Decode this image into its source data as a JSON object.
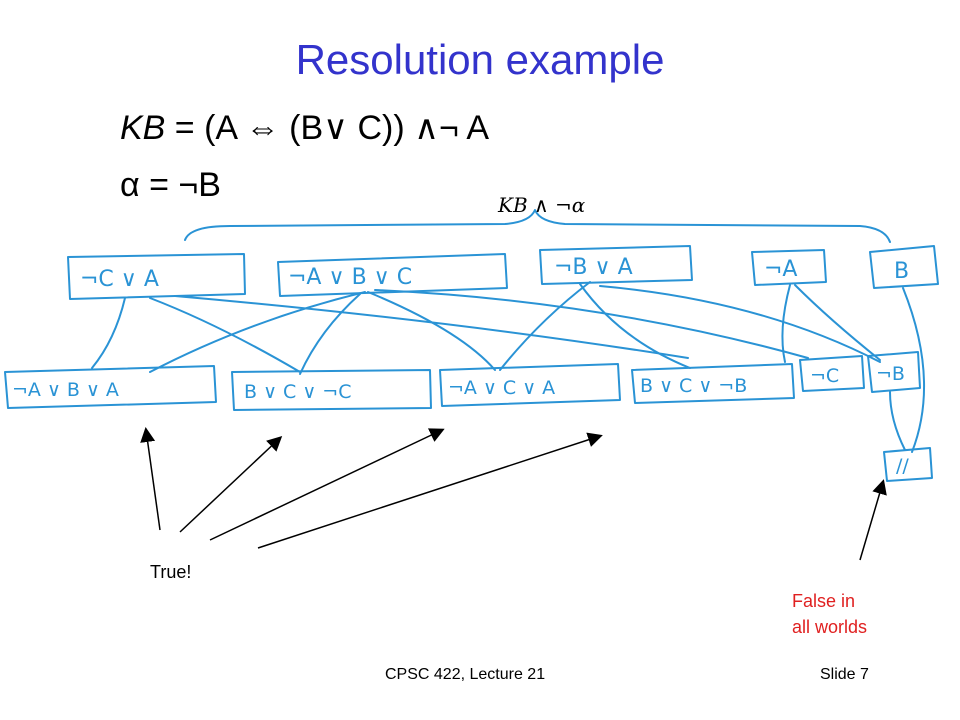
{
  "slide": {
    "title": "Resolution example",
    "kb_prefix": "KB",
    "kb_formula": " = (A ⇔ (B∨ C)) ∧¬ A",
    "alpha_line": "α = ¬B",
    "brace_label": "KB ∧ ¬α"
  },
  "diagram": {
    "stroke_color": "#2a93d5",
    "top_clauses": [
      "¬C ∨ A",
      "¬A ∨ B ∨ C",
      "¬B ∨ A",
      "¬A",
      "B"
    ],
    "derived_clauses": [
      "¬A ∨ B ∨ A",
      "B ∨ C ∨ ¬C",
      "¬A ∨ C ∨ A",
      "B ∨ C ∨ ¬B",
      "¬C",
      "¬B"
    ],
    "empty_clause": "//"
  },
  "annotations": {
    "true_label": "True!",
    "false_line1": "False in",
    "false_line2": "all worlds",
    "false_color": "#e02020"
  },
  "footer": {
    "course": "CPSC 422, Lecture 21",
    "slide_number": "Slide 7"
  }
}
